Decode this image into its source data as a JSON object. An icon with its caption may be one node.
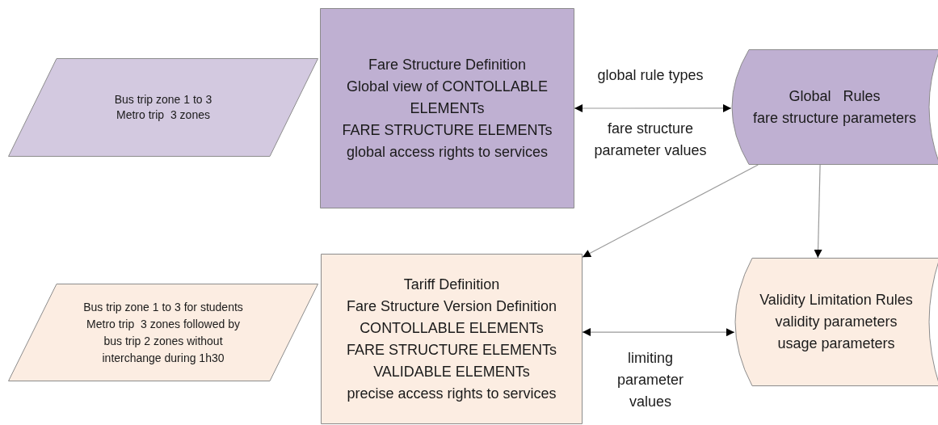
{
  "diagram": {
    "nodes": [
      {
        "text": [
          "Bus trip zone 1 to 3",
          "Metro trip  3 zones"
        ]
      },
      {
        "text": [
          "Fare Structure Definition",
          "Global view of CONTOLLABLE ELEMENTs",
          "FARE STRUCTURE ELEMENTs",
          "global access rights to services"
        ]
      },
      {
        "text": [
          "Global   Rules",
          "fare structure parameters"
        ]
      },
      {
        "text": [
          "Bus trip zone 1 to 3 for students",
          "Metro trip  3 zones followed by bus trip 2 zones without interchange during 1h30"
        ]
      },
      {
        "text": [
          "Tariff Definition",
          "Fare Structure Version Definition",
          "CONTOLLABLE ELEMENTs",
          "FARE STRUCTURE ELEMENTs",
          "VALIDABLE ELEMENTs",
          "precise access rights to services"
        ]
      },
      {
        "text": [
          "Validity Limitation Rules",
          "validity parameters",
          "usage parameters"
        ]
      }
    ],
    "edges": [
      {
        "from": 1,
        "to": 2,
        "arrow": "both",
        "label": "global rule types"
      },
      {
        "from": 2,
        "to": 4,
        "arrow": "to"
      },
      {
        "from": 2,
        "to": 5,
        "arrow": "to"
      },
      {
        "from": 4,
        "to": 5,
        "arrow": "both",
        "label": "limiting parameter values"
      }
    ],
    "labels": [
      "fare structure parameter values"
    ]
  }
}
